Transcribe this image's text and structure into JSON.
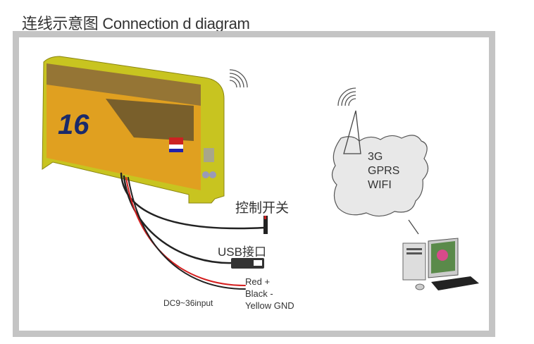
{
  "title": "连线示意图 Connection d diagram",
  "labels": {
    "control_switch": "控制开关",
    "usb_port": "USB接口",
    "red": "Red +",
    "black": "Black -",
    "yellow": "Yellow GND",
    "dc_input": "DC9~36input"
  },
  "network": [
    "3G",
    "GPRS",
    "WIFI"
  ],
  "sign_number": "16",
  "colors": {
    "sign_yellow": "#c8c420",
    "frame_gray": "#c4c4c4",
    "wire_red": "#d42020"
  }
}
